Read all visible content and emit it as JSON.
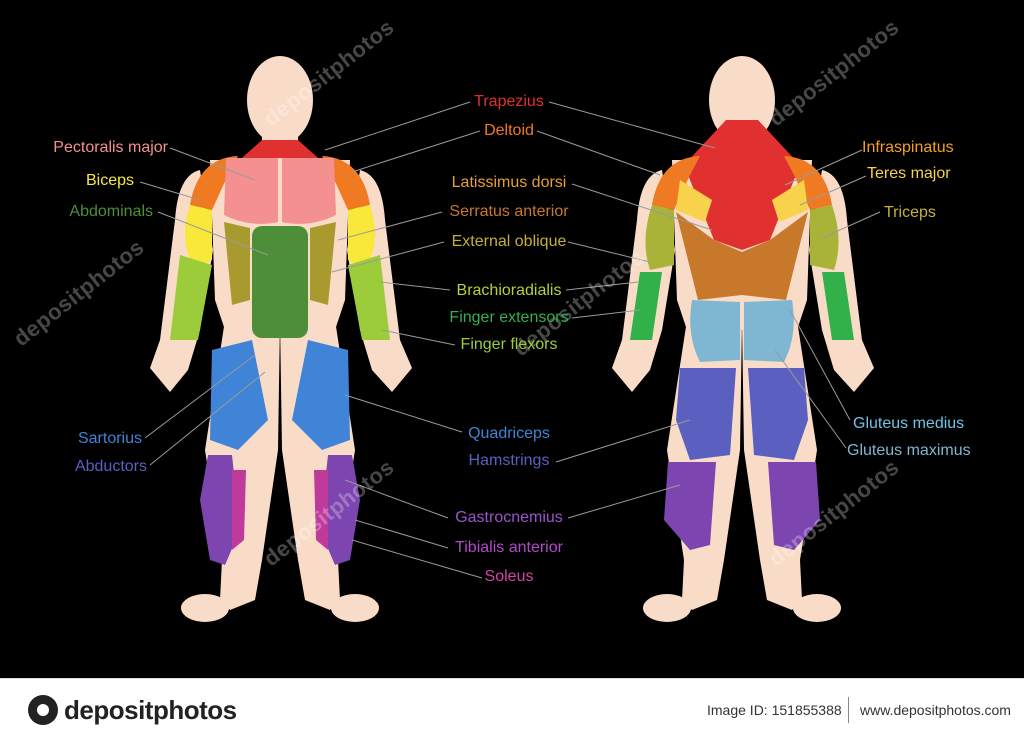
{
  "labels": {
    "left": {
      "pectoralis": "Pectoralis major",
      "biceps": "Biceps",
      "abdominals": "Abdominals",
      "sartorius": "Sartorius",
      "abductors": "Abductors"
    },
    "center": {
      "trapezius": "Trapezius",
      "deltoid": "Deltoid",
      "latissimus": "Latissimus dorsi",
      "serratus": "Serratus anterior",
      "external_oblique": "External oblique",
      "brachioradialis": "Brachioradialis",
      "finger_extensors": "Finger extensors",
      "finger_flexors": "Finger flexors",
      "quadriceps": "Quadriceps",
      "hamstrings": "Hamstrings",
      "gastrocnemius": "Gastrocnemius",
      "tibialis": "Tibialis anterior",
      "soleus": "Soleus"
    },
    "right": {
      "infraspinatus": "Infraspinatus",
      "teres_major": "Teres major",
      "triceps": "Triceps",
      "gluteus_medius": "Gluteus medius",
      "gluteus_maximus": "Gluteus maximus"
    }
  },
  "colors": {
    "background": "#000000",
    "skin": "#f9dcc8",
    "trapezius": "#e03030",
    "deltoid": "#f07a22",
    "pectoralis": "#f59090",
    "biceps": "#f7e83a",
    "abdominals": "#4d8f38",
    "serratus": "#c8782a",
    "external_oblique": "#a99a30",
    "forearm": "#9ccc3a",
    "finger": "#32b04a",
    "quadriceps": "#3f84d6",
    "hamstrings": "#5a5fc0",
    "calf": "#7d45b0",
    "tibialis": "#c03a9c",
    "gluteus": "#7fb7d2",
    "leader_line": "#9a9a9a"
  },
  "watermark": {
    "text": "depositphotos"
  },
  "footer": {
    "brand": "depositphotos",
    "image_id": "Image ID: 151855388",
    "site": "www.depositphotos.com"
  }
}
